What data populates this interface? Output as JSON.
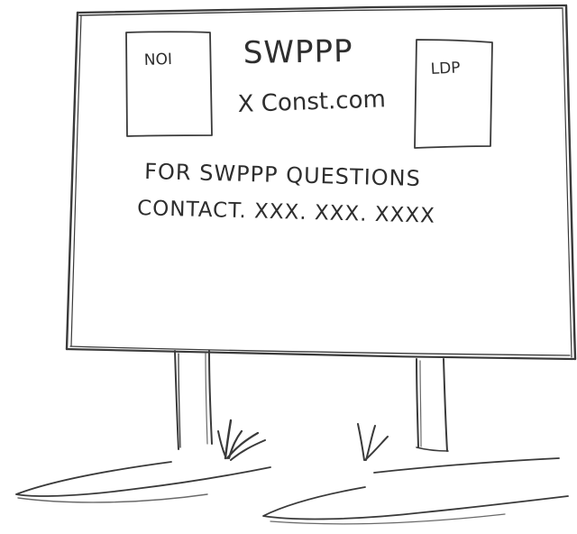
{
  "sign": {
    "noi_label": "NOI",
    "ldp_label": "LDP",
    "title": "SWPPP",
    "website": "X Const.com",
    "questions_line": "FOR SWPPP QUESTIONS",
    "contact_line": "CONTACT. XXX. XXX. XXXX"
  },
  "colors": {
    "ink": "#3a3a3a",
    "paper": "#ffffff"
  }
}
